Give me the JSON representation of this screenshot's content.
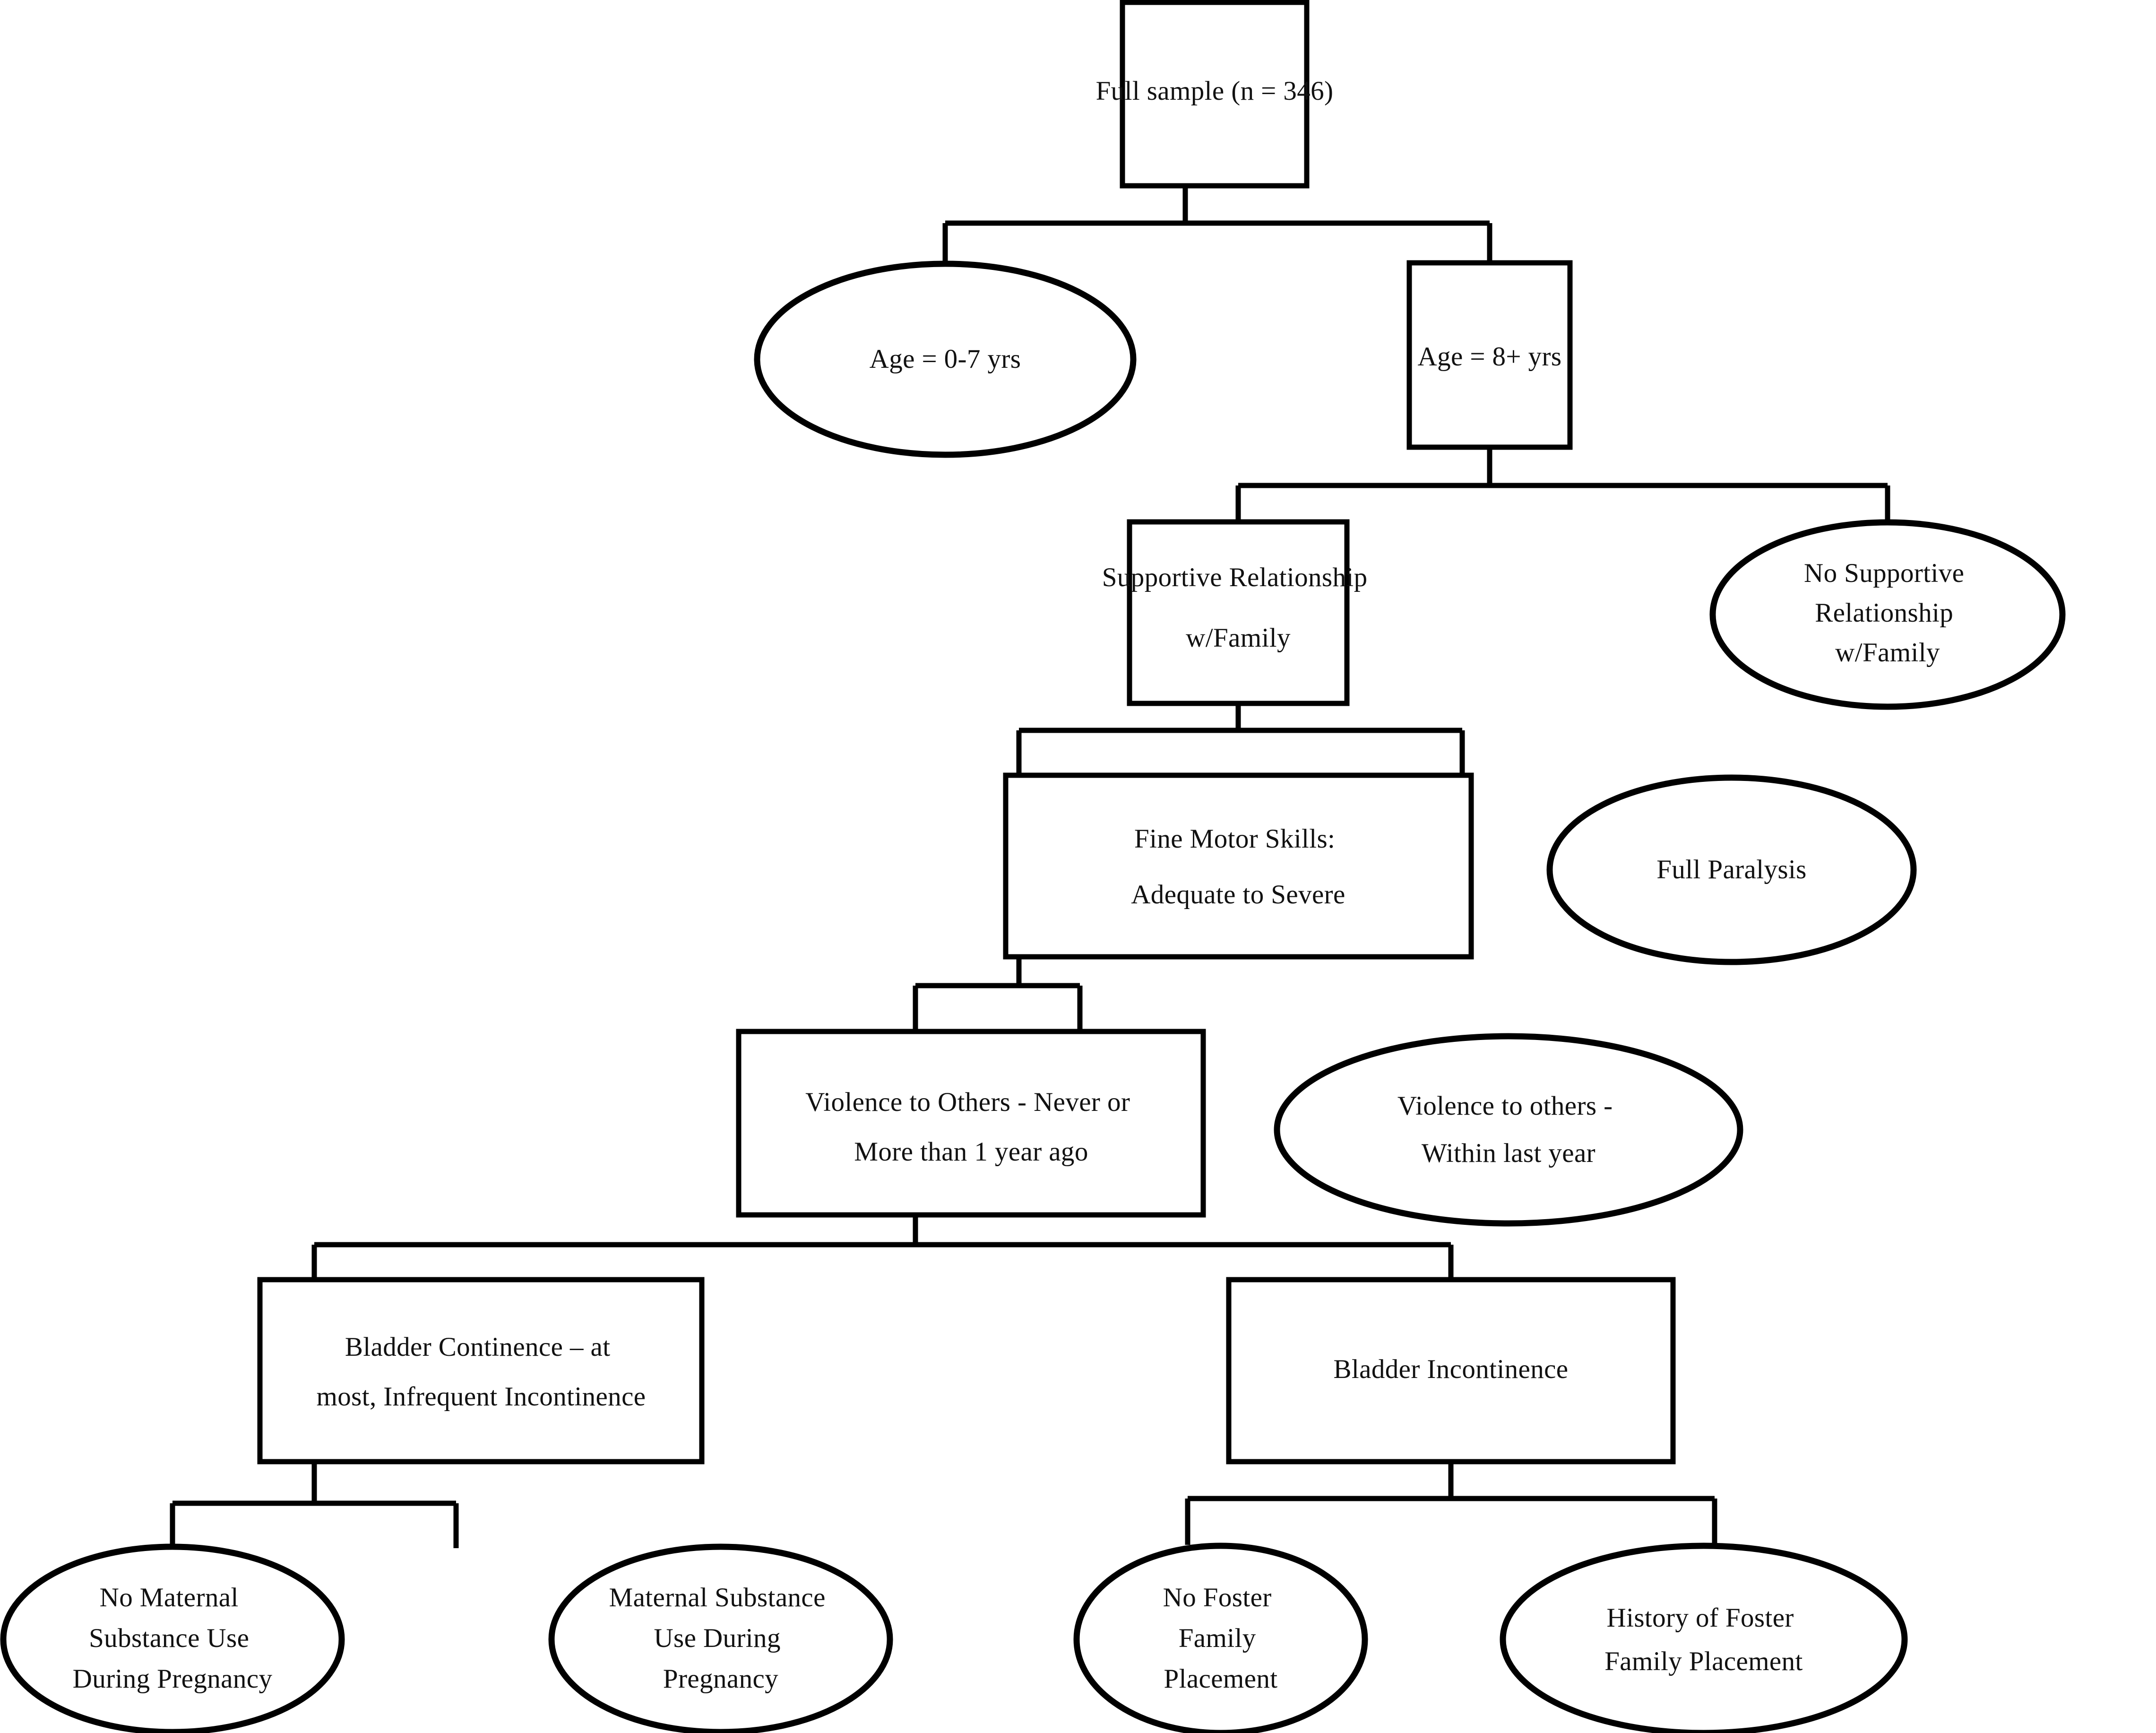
{
  "diagram": {
    "type": "decision-tree-flowchart",
    "orientation": "top-down",
    "shape_legend": {
      "rectangle": "internal split node (retained branch)",
      "ellipse": "terminal / excluded node"
    },
    "colors": {
      "background": "#ffffff",
      "stroke": "#000000",
      "text": "#111111"
    }
  },
  "nodes": {
    "root": {
      "label": "Full sample (n = 346)",
      "shape": "rectangle",
      "lines": [
        "Full sample (n = 346)"
      ],
      "sample_size": 346
    },
    "age_young": {
      "label": "Age = 0-7 yrs",
      "shape": "ellipse",
      "lines": [
        "Age = 0-7 yrs"
      ]
    },
    "age_old": {
      "label": "Age = 8+ yrs",
      "shape": "rectangle",
      "lines": [
        "Age = 8+ yrs"
      ]
    },
    "supportive_rel": {
      "label": "Supportive Relationship w/Family",
      "shape": "rectangle",
      "lines": [
        "Supportive Relationship",
        "w/Family"
      ]
    },
    "no_supportive_rel": {
      "label": "No Supportive Relationship w/Family",
      "shape": "ellipse",
      "lines": [
        "No Supportive",
        "Relationship",
        "w/Family"
      ]
    },
    "fine_motor": {
      "label": "Fine Motor Skills: Adequate to Severe",
      "shape": "rectangle",
      "lines": [
        "Fine Motor Skills:",
        "Adequate to Severe"
      ]
    },
    "full_paralysis": {
      "label": "Full Paralysis",
      "shape": "ellipse",
      "lines": [
        "Full Paralysis"
      ]
    },
    "violence_never": {
      "label": "Violence to Others - Never or More than 1 year ago",
      "shape": "rectangle",
      "lines": [
        "Violence to Others - Never or",
        "More than 1  year ago"
      ]
    },
    "violence_recent": {
      "label": "Violence to others - Within last year",
      "shape": "ellipse",
      "lines": [
        "Violence to others -",
        "Within last year"
      ]
    },
    "bladder_continence": {
      "label": "Bladder Continence – at most, Infrequent Incontinence",
      "shape": "rectangle",
      "lines": [
        "Bladder Continence – at",
        "most, Infrequent Incontinence"
      ]
    },
    "bladder_incontinence": {
      "label": "Bladder Incontinence",
      "shape": "rectangle",
      "lines": [
        "Bladder Incontinence"
      ]
    },
    "no_maternal_use": {
      "label": "No Maternal Substance Use During Pregnancy",
      "shape": "ellipse",
      "lines": [
        "No Maternal",
        "Substance Use",
        "During Pregnancy"
      ]
    },
    "maternal_use": {
      "label": "Maternal Substance Use During Pregnancy",
      "shape": "ellipse",
      "lines": [
        "Maternal Substance",
        "Use During",
        "Pregnancy"
      ]
    },
    "no_foster": {
      "label": "No Foster Family Placement",
      "shape": "ellipse",
      "lines": [
        "No Foster",
        "Family",
        "Placement"
      ]
    },
    "history_foster": {
      "label": "History of Foster Family Placement",
      "shape": "ellipse",
      "lines": [
        "History of Foster",
        "Family Placement"
      ]
    }
  },
  "edges": [
    {
      "from": "root",
      "to": "age_young"
    },
    {
      "from": "root",
      "to": "age_old"
    },
    {
      "from": "age_old",
      "to": "supportive_rel"
    },
    {
      "from": "age_old",
      "to": "no_supportive_rel"
    },
    {
      "from": "supportive_rel",
      "to": "fine_motor"
    },
    {
      "from": "supportive_rel",
      "to": "full_paralysis"
    },
    {
      "from": "fine_motor",
      "to": "violence_never"
    },
    {
      "from": "fine_motor",
      "to": "violence_recent"
    },
    {
      "from": "violence_never",
      "to": "bladder_continence"
    },
    {
      "from": "violence_never",
      "to": "bladder_incontinence"
    },
    {
      "from": "bladder_continence",
      "to": "no_maternal_use"
    },
    {
      "from": "bladder_continence",
      "to": "maternal_use"
    },
    {
      "from": "bladder_incontinence",
      "to": "no_foster"
    },
    {
      "from": "bladder_incontinence",
      "to": "history_foster"
    }
  ]
}
